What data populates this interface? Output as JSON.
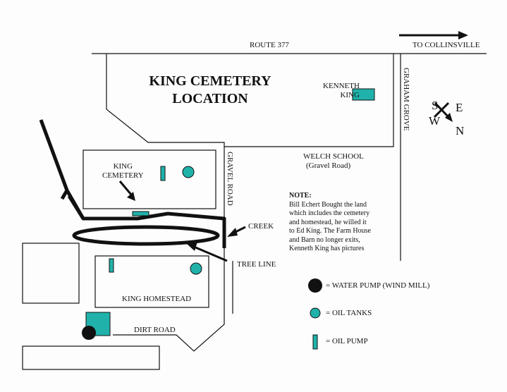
{
  "map": {
    "title_line1": "KING CEMETERY",
    "title_line2": "LOCATION",
    "labels": {
      "route": "ROUTE 377",
      "to_collinsville": "TO COLLINSVILLE",
      "graham_grove": "GRAHAM GROVE",
      "gravel_road": "GRAVEL ROAD",
      "kenneth_line1": "KENNETH",
      "kenneth_line2": "KING",
      "welch_line1": "WELCH SCHOOL",
      "welch_line2": "(Gravel Road)",
      "cemetery_line1": "KING",
      "cemetery_line2": "CEMETERY",
      "creek": "CREEK",
      "tree_line": "TREE LINE",
      "king_homestead": "KING HOMESTEAD",
      "dirt_road": "DIRT ROAD"
    },
    "compass": {
      "s": "S",
      "w": "W",
      "e": "E",
      "n": "N"
    },
    "note": {
      "heading": "NOTE:",
      "line1": "Bill Echert Bought the land",
      "line2": "which includes the cemetery",
      "line3": "and homestead, he willed it",
      "line4": "to Ed King. The Farm House",
      "line5": "and Barn no longer exits,",
      "line6": "Kenneth King has pictures"
    },
    "legend": {
      "water_pump": "= WATER PUMP (WIND MILL)",
      "oil_tanks": "= OIL TANKS",
      "oil_pump": "= OIL PUMP"
    },
    "colors": {
      "oil": "#20b2aa",
      "ink": "#111111"
    },
    "icons": {
      "pump": "black-circle-icon",
      "tank": "teal-circle-icon",
      "oil_pump": "teal-bar-icon"
    }
  }
}
